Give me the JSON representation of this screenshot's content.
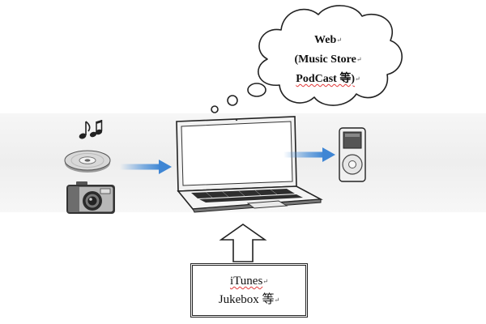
{
  "cloud": {
    "line1": "Web",
    "line2": "(Music Store",
    "line3": "PodCast 等)",
    "return_mark": "↵"
  },
  "source_box": {
    "line1": "iTunes",
    "line2": "Jukebox 等",
    "return_mark": "↵"
  },
  "icons": [
    "music-note-icon",
    "cd-disc-icon",
    "camera-icon",
    "laptop-icon",
    "ipod-icon",
    "arrow-right-icon",
    "arrow-up-icon",
    "thought-cloud-icon"
  ],
  "colors": {
    "arrow_blue": "#4a8fd8",
    "band_gray": "#eeeeee",
    "ink": "#222222"
  }
}
